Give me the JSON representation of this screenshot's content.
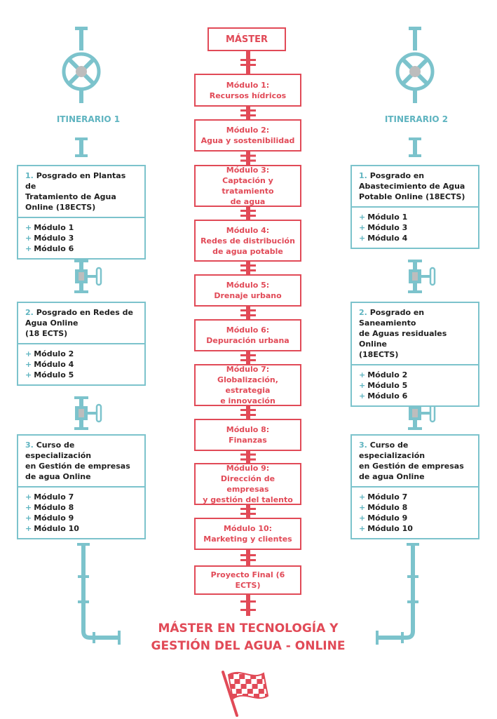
{
  "master_label": "MÁSTER",
  "modules": [
    {
      "lines": [
        "Módulo 1:",
        "Recursos hídricos"
      ]
    },
    {
      "lines": [
        "Módulo 2:",
        "Agua y sostenibilidad"
      ]
    },
    {
      "lines": [
        "Módulo 3:",
        "Captación y tratamiento",
        "de agua"
      ]
    },
    {
      "lines": [
        "Módulo 4:",
        "Redes de distribución",
        "de agua potable"
      ]
    },
    {
      "lines": [
        "Módulo 5:",
        "Drenaje urbano"
      ]
    },
    {
      "lines": [
        "Módulo 6:",
        "Depuración urbana"
      ]
    },
    {
      "lines": [
        "Módulo 7:",
        "Globalización, estrategia",
        "e innovación"
      ]
    },
    {
      "lines": [
        "Módulo 8:",
        "Finanzas"
      ]
    },
    {
      "lines": [
        "Módulo 9:",
        "Dirección de empresas",
        "y gestión del talento"
      ]
    },
    {
      "lines": [
        "Módulo 10:",
        "Marketing y clientes"
      ]
    },
    {
      "lines": [
        "Proyecto Final (6 ECTS)"
      ]
    }
  ],
  "itinerary_1": {
    "label": "ITINERARIO 1",
    "cards": [
      {
        "num": "1.",
        "lines": [
          "Posgrado en Plantas de",
          "Tratamiento de Agua",
          "Online (18ECTS)"
        ],
        "items": [
          "Módulo 1",
          "Módulo 3",
          "Módulo 6"
        ]
      },
      {
        "num": "2.",
        "lines": [
          "Posgrado en Redes de",
          "Agua Online",
          "(18 ECTS)"
        ],
        "items": [
          "Módulo 2",
          "Módulo 4",
          "Módulo 5"
        ]
      },
      {
        "num": "3.",
        "lines": [
          "Curso de especialización",
          "en Gestión de empresas",
          "de agua Online"
        ],
        "items": [
          "Módulo 7",
          "Módulo 8",
          "Módulo 9",
          "Módulo 10"
        ]
      }
    ]
  },
  "itinerary_2": {
    "label": "ITINERARIO 2",
    "cards": [
      {
        "num": "1.",
        "lines": [
          "Posgrado en",
          "Abastecimiento de Agua",
          "Potable Online (18ECTS)"
        ],
        "items": [
          "Módulo 1",
          "Módulo 3",
          "Módulo 4"
        ]
      },
      {
        "num": "2.",
        "lines": [
          "Posgrado en Saneamiento",
          "de Aguas residuales Online",
          "(18ECTS)"
        ],
        "items": [
          "Módulo 2",
          "Módulo 5",
          "Módulo 6"
        ]
      },
      {
        "num": "3.",
        "lines": [
          "Curso de especialización",
          "en Gestión de empresas",
          "de agua Online"
        ],
        "items": [
          "Módulo 7",
          "Módulo 8",
          "Módulo 9",
          "Módulo 10"
        ]
      }
    ]
  },
  "final_title_lines": [
    "MÁSTER EN TECNOLOGÍA Y",
    "GESTIÓN DEL AGUA - ONLINE"
  ],
  "colors": {
    "red": "#e14a57",
    "teal": "#7cc3cc",
    "teal_dark": "#5fb4c0",
    "grey": "#bdbdbd"
  },
  "icons": [
    "valve-wheel-icon",
    "pipe-valve-icon",
    "pipe-icon",
    "checkered-flag-icon"
  ]
}
